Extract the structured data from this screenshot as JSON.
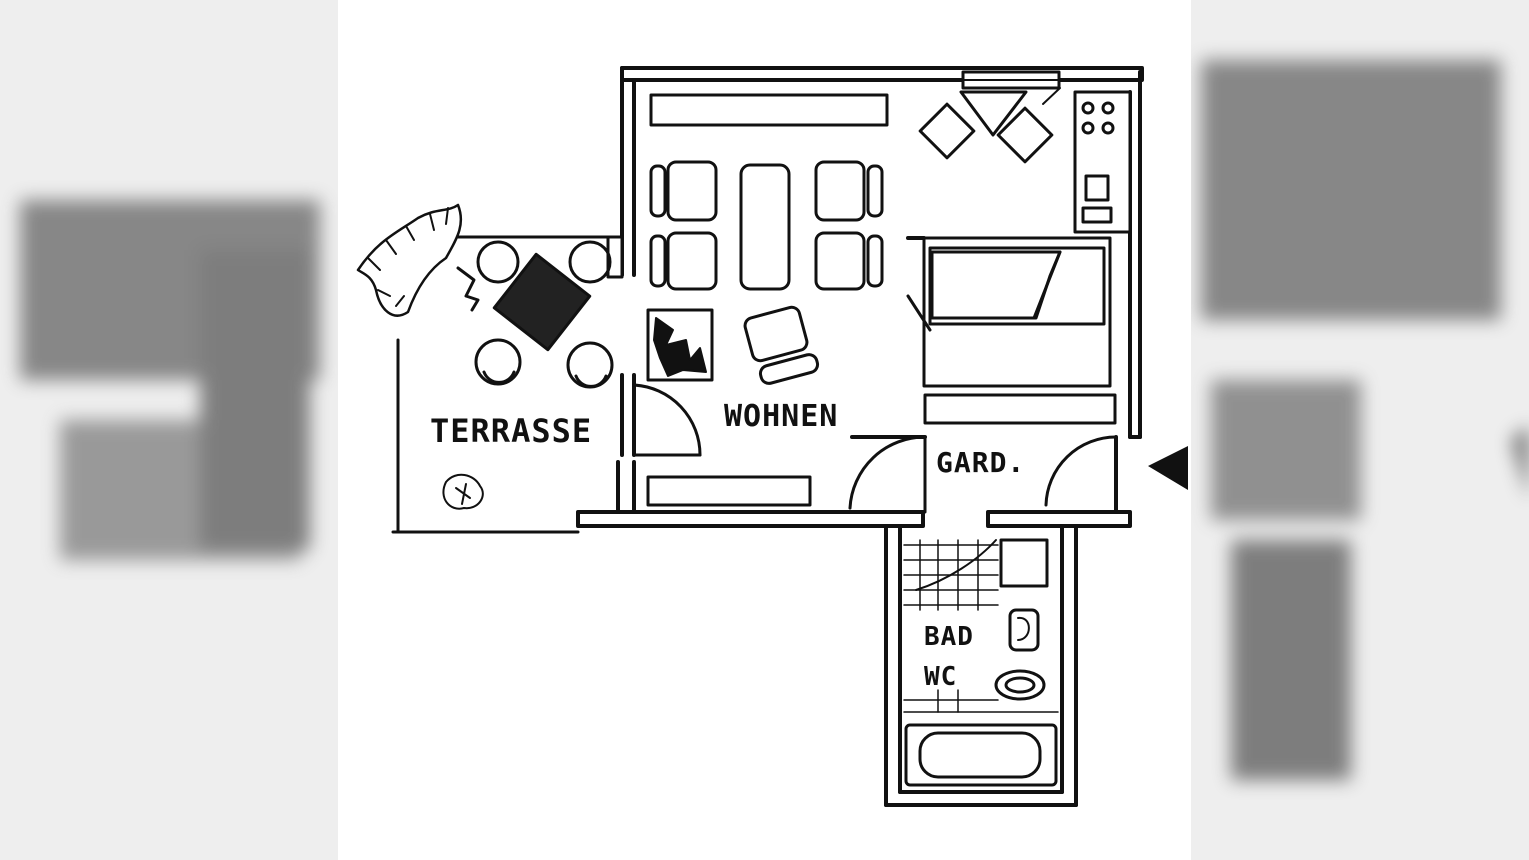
{
  "floorplan": {
    "rooms": {
      "terrace": "TERRASSE",
      "living": "WOHNEN",
      "wardrobe": "GARD.",
      "bath": "BAD",
      "wc": "WC"
    },
    "line_color": "#111111",
    "background": "#ffffff",
    "side_blur_color": "#e6e6e6"
  }
}
